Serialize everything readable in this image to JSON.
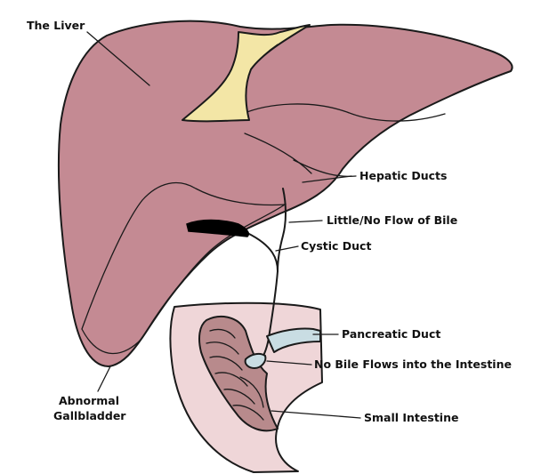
{
  "labels": {
    "liver": "The Liver",
    "hepatic_ducts": "Hepatic Ducts",
    "bile_flow": "Little/No Flow of Bile",
    "cystic_duct": "Cystic Duct",
    "pancreatic_duct": "Pancreatic Duct",
    "no_bile": "No Bile Flows into the Intestine",
    "small_intestine": "Small Intestine",
    "gallbladder_line1": "Abnormal",
    "gallbladder_line2": "Gallbladder"
  },
  "colors": {
    "liver": "#c48a93",
    "liver_shadow": "#b57b84",
    "ligament": "#f3e6a6",
    "intestine_wall": "#efd6d8",
    "intestine_lumen": "#b88a8c",
    "pancreatic_duct": "#c9dde3",
    "outline": "#1a1a1a"
  }
}
